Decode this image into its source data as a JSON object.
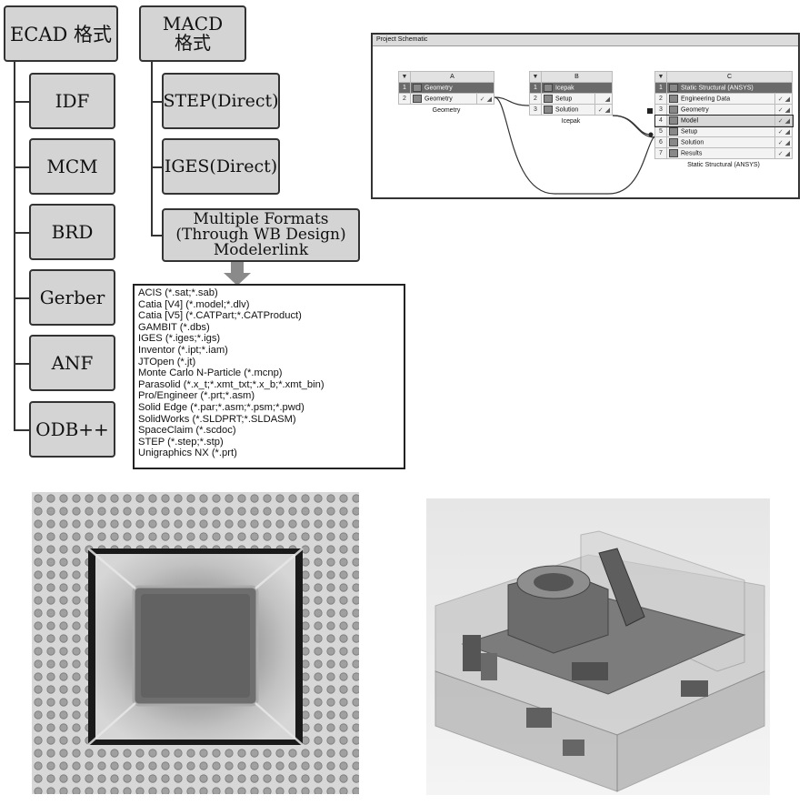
{
  "ecad": {
    "title": "ECAD 格式",
    "items": [
      "IDF",
      "MCM",
      "BRD",
      "Gerber",
      "ANF",
      "ODB++"
    ]
  },
  "macd": {
    "title_line1": "MACD",
    "title_line2": "格式",
    "items": [
      "STEP(Direct)",
      "IGES(Direct)"
    ],
    "multiple_line1": "Multiple Formats",
    "multiple_line2": "(Through WB Design)",
    "multiple_line3": "Modelerlink"
  },
  "formats": [
    "ACIS (*.sat;*.sab)",
    "Catia [V4] (*.model;*.dlv)",
    "Catia [V5] (*.CATPart;*.CATProduct)",
    "GAMBIT (*.dbs)",
    "IGES (*.iges;*.igs)",
    "Inventor (*.ipt;*.iam)",
    "JTOpen (*.jt)",
    "Monte Carlo N-Particle (*.mcnp)",
    "Parasolid (*.x_t;*.xmt_txt;*.x_b;*.xmt_bin)",
    "Pro/Engineer (*.prt;*.asm)",
    "Solid Edge (*.par;*.asm;*.psm;*.pwd)",
    "SolidWorks (*.SLDPRT;*.SLDASM)",
    "SpaceClaim (*.scdoc)",
    "STEP (*.step;*.stp)",
    "Unigraphics NX (*.prt)"
  ],
  "schematic": {
    "title": "Project Schematic",
    "systemA": {
      "col": "A",
      "rows": [
        {
          "n": "1",
          "label": "Geometry"
        },
        {
          "n": "2",
          "label": "Geometry"
        }
      ],
      "caption": "Geometry"
    },
    "systemB": {
      "col": "B",
      "rows": [
        {
          "n": "1",
          "label": "Icepak"
        },
        {
          "n": "2",
          "label": "Setup"
        },
        {
          "n": "3",
          "label": "Solution"
        }
      ],
      "caption": "Icepak"
    },
    "systemC": {
      "col": "C",
      "rows": [
        {
          "n": "1",
          "label": "Static Structural (ANSYS)"
        },
        {
          "n": "2",
          "label": "Engineering Data"
        },
        {
          "n": "3",
          "label": "Geometry"
        },
        {
          "n": "4",
          "label": "Model"
        },
        {
          "n": "5",
          "label": "Setup"
        },
        {
          "n": "6",
          "label": "Solution"
        },
        {
          "n": "7",
          "label": "Results"
        }
      ],
      "caption": "Static Structural (ANSYS)"
    }
  }
}
